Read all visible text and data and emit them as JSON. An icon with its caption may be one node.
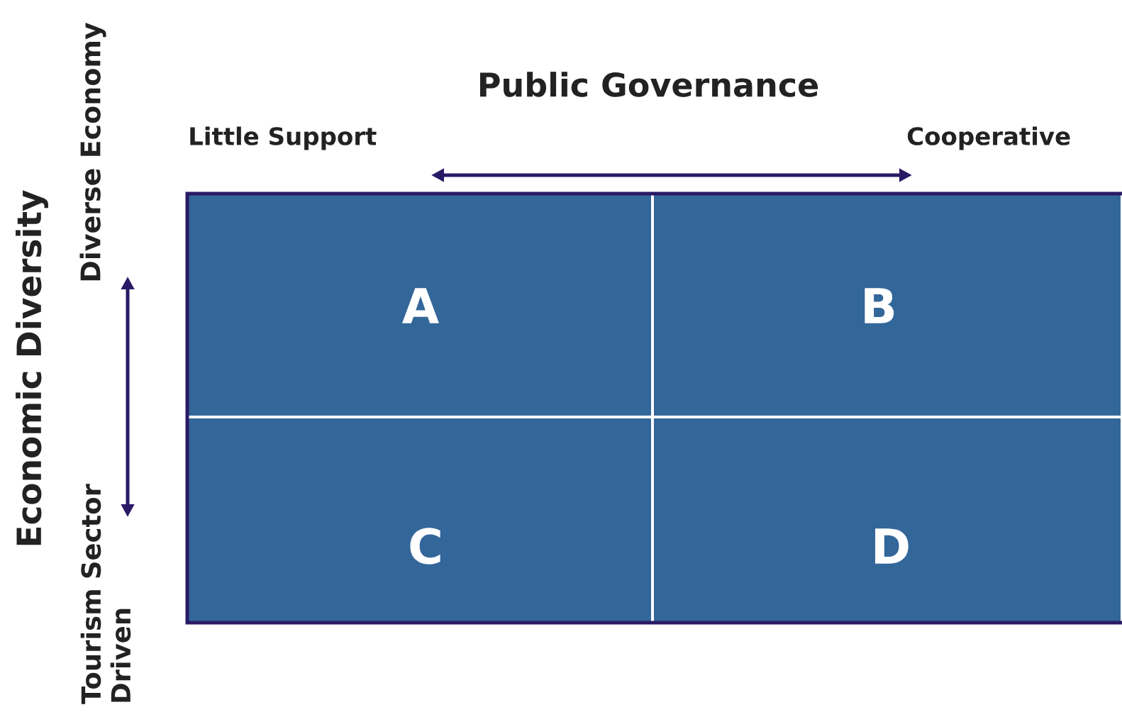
{
  "diagram": {
    "nodes": [
      {
        "text": [
          "A"
        ]
      },
      {
        "text": [
          "B"
        ]
      },
      {
        "text": [
          "C"
        ]
      },
      {
        "text": [
          "D"
        ]
      }
    ],
    "labels": [
      "Public Governance",
      "Little Support",
      "Cooperative",
      "Economic Diversity",
      "Diverse Economy",
      "Tourism Sector Driven"
    ]
  }
}
